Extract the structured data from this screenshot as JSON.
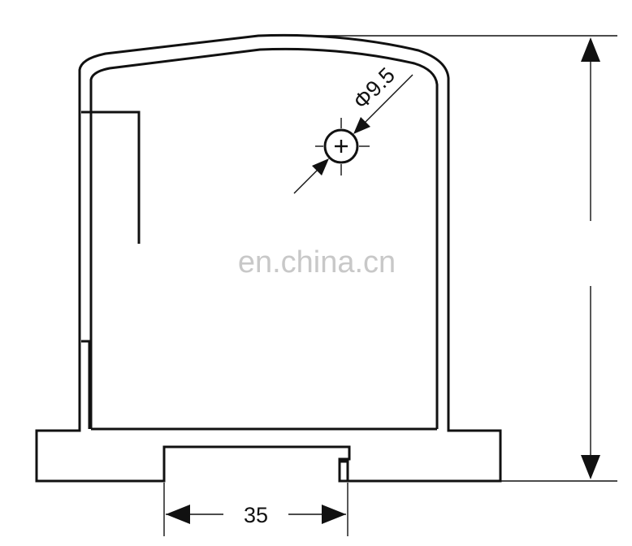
{
  "drawing": {
    "hole_label": "Φ9.5",
    "width_label": "35",
    "watermark": "en.china.cn"
  }
}
